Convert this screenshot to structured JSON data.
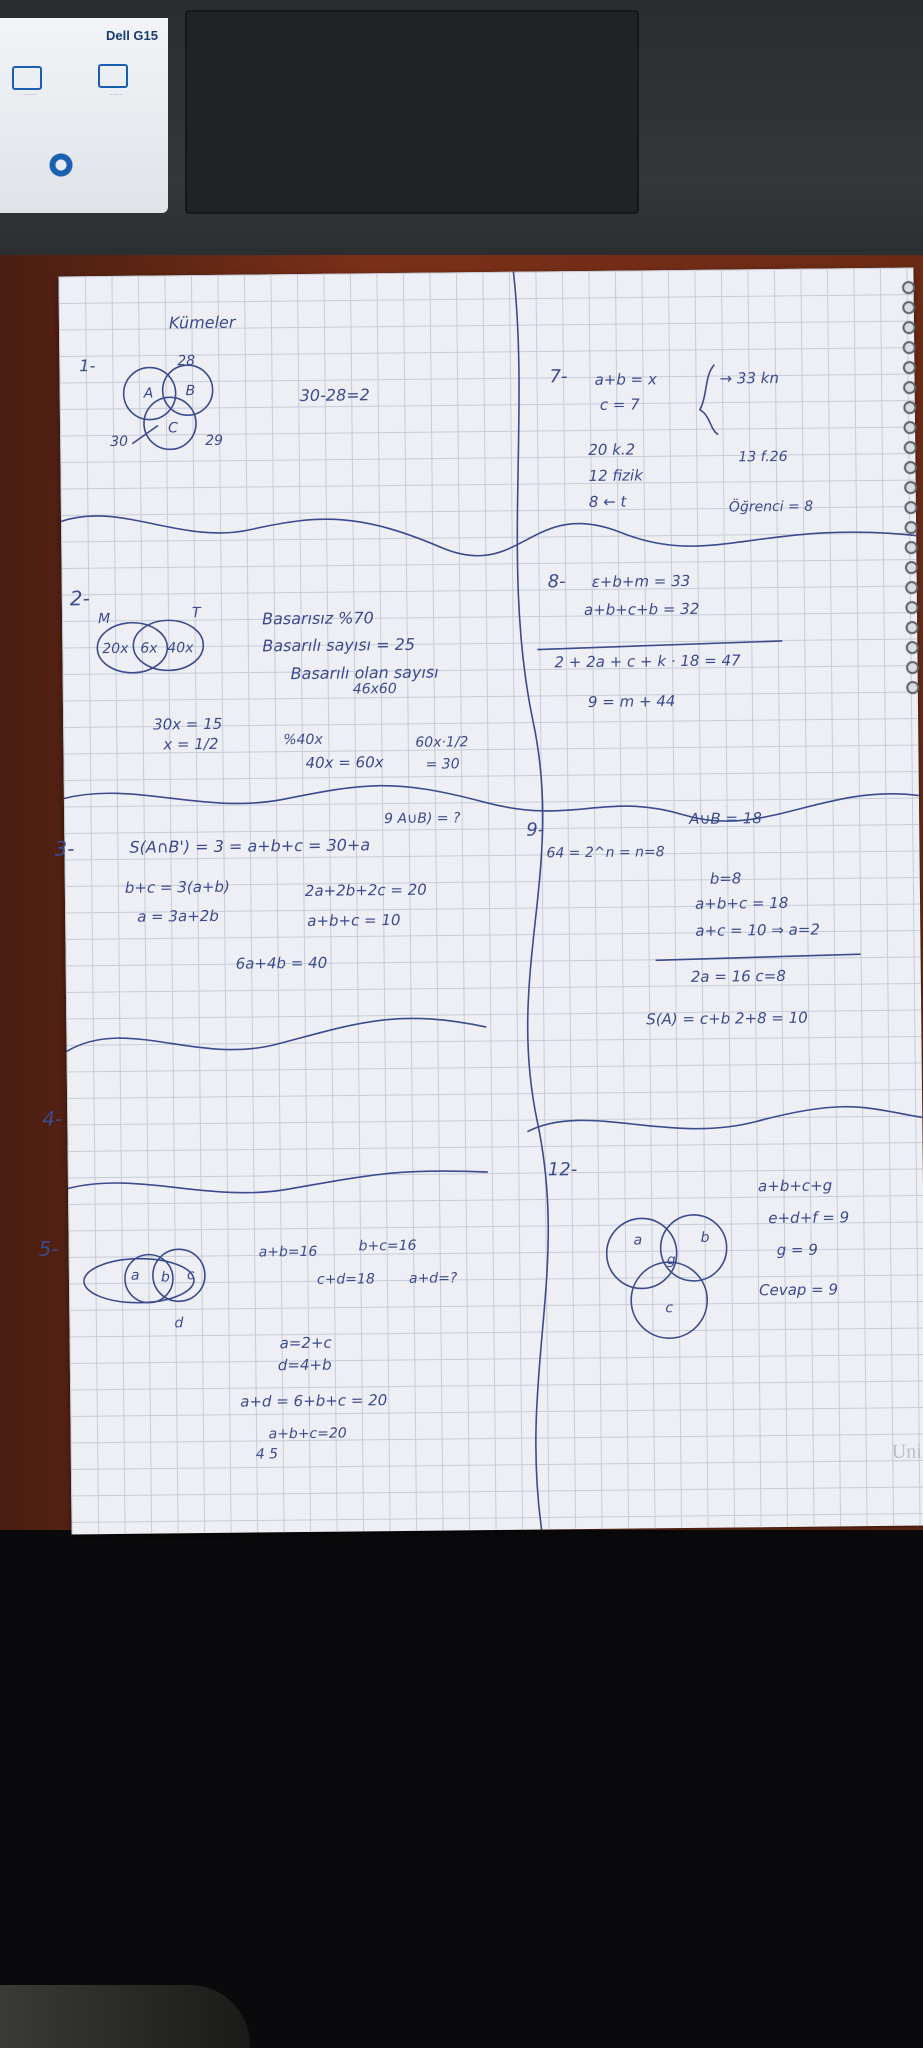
{
  "sticker": {
    "brand": "Dell G15",
    "icons": [
      "display-icon",
      "graphics-icon",
      "gear-icon"
    ]
  },
  "notebook": {
    "brand_mark": "Uni",
    "title": "Kümeler",
    "ink_color": "#3c4a8e",
    "q1": {
      "number": "1-",
      "top_label": "28",
      "left_label": "30",
      "right_label": "29",
      "a": "A",
      "b": "B",
      "c": "C",
      "calc": "30-28=2"
    },
    "q2": {
      "number": "2-",
      "m": "M",
      "t": "T",
      "venn_left": "20x",
      "venn_mid": "6x",
      "venn_right": "40x",
      "line1": "Basarısız %70",
      "line2": "Basarılı sayısı = 25",
      "line3": "Basarılı olan sayısı",
      "line3b": "46x60",
      "calc1": "30x = 15",
      "calc2": "x = 1/2",
      "calc3": "%40x",
      "calc4": "40x = 60x",
      "calc5": "60x·1/2",
      "calc6": "= 30"
    },
    "q3": {
      "number": "3-",
      "line1": "S(A∩B') = 3 = a+b+c = 30+a",
      "line2": "b+c = 3(a+b)",
      "line3": "a = 3a+2b",
      "line4": "2a+2b+2c = 20",
      "line5": "a+b+c = 10",
      "line6": "6a+4b = 40",
      "side": "9 A∪B) = ?"
    },
    "q4": {
      "number": "4-"
    },
    "q5": {
      "number": "5-",
      "line1": "a+b=16",
      "line2": "b+c=16",
      "line3": "c+d=18",
      "line4": "a+d=?",
      "line5": "a=2+c",
      "line6": "d=4+b",
      "line7": "a+d = 6+b+c = 20",
      "line8": "a+b+c=20",
      "line9": "4 5",
      "venn_a": "a",
      "venn_b": "b",
      "venn_c": "c",
      "venn_d": "d"
    },
    "q7": {
      "number": "7-",
      "line1": "a+b = x",
      "line2": "c = 7",
      "arrow": "→ 33 kn",
      "line3": "20 k.2",
      "line4": "12 fizik",
      "line5": "8 ← t",
      "line6": "13 f.26",
      "line7": "Öğrenci = 8"
    },
    "q8": {
      "number": "8-",
      "line1": "ε+b+m = 33",
      "line2": "a+b+c+b = 32",
      "line3": "2 + 2a + c + k · 18 = 47",
      "line4": "9 = m + 44"
    },
    "q9": {
      "number": "9-",
      "line1": "64 = 2^n = n=8",
      "line2": "A∪B = 18",
      "line3": "b=8",
      "line4": "a+b+c = 18",
      "line5": "a+c = 10 ⇒ a=2",
      "line6": "2a = 16   c=8",
      "line7": "S(A) = c+b   2+8 = 10"
    },
    "q12": {
      "number": "12-",
      "line1": "a+b+c+g",
      "line2": "e+d+f = 9",
      "line3": "g = 9",
      "line4": "Cevap = 9",
      "venn_a": "a",
      "venn_b": "b",
      "venn_c": "c",
      "venn_mid": "g"
    }
  }
}
